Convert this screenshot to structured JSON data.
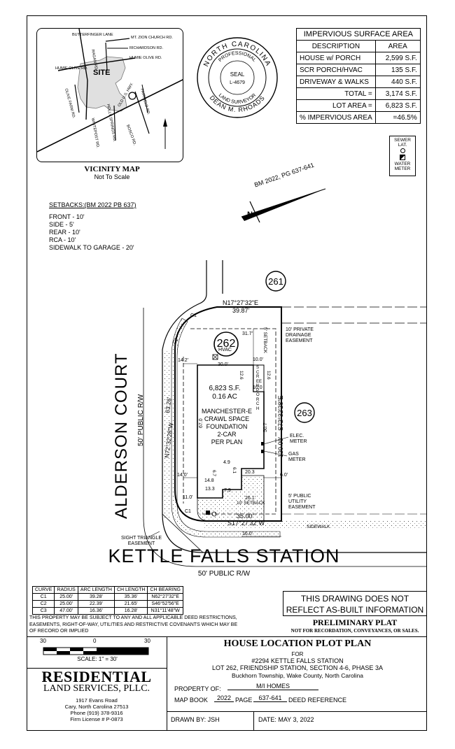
{
  "vicinity_map": {
    "title": "VICINITY MAP",
    "subtitle": "Not To Scale",
    "site_label": "SITE",
    "roads": [
      "BUTTERFINGER LANE",
      "MT. ZION CHURCH RD.",
      "RICHARDSON RD.",
      "HUMIE OLIVE RD.",
      "HUMIE OLIVE RD.",
      "RAGAN RD.",
      "OLIVE FARM RD.",
      "HOLLY SPRINGS RD.",
      "WHITEPOST RD.",
      "OLD U.S. HWY.",
      "FAIRFIELD RD.",
      "BOSCO RD."
    ]
  },
  "seal": {
    "outer_text": "NORTH CAROLINA",
    "professional": "PROFESSIONAL",
    "seal_word": "SEAL",
    "license": "L-4679",
    "land_surveyor": "LAND SURVEYOR",
    "name": "DEAN M. RHOADS"
  },
  "impervious": {
    "title": "IMPERVIOUS SURFACE AREA",
    "headers": [
      "DESCRIPTION",
      "AREA"
    ],
    "rows": [
      [
        "HOUSE w/ PORCH",
        "2,599 S.F."
      ],
      [
        "SCR PORCH/HVAC",
        "135 S.F."
      ],
      [
        "DRIVEWAY & WALKS",
        "440 S.F."
      ],
      [
        "TOTAL =",
        "3,174 S.F."
      ],
      [
        "LOT AREA =",
        "6,823 S.F."
      ],
      [
        "% IMPERVIOUS AREA",
        "=46.5%"
      ]
    ]
  },
  "legend": {
    "sewer": "SEWER LAT.",
    "water": "WATER METER"
  },
  "bm_ref": "BM 2022, PG 637-641",
  "setbacks": {
    "title": "SETBACKS:(BM 2022 PB 637)",
    "items": [
      "FRONT - 10'",
      "SIDE - 5'",
      "REAR - 10'",
      "RCA - 10'",
      "SIDEWALK TO GARAGE - 20'"
    ]
  },
  "plan": {
    "lot_261": "261",
    "lot_262": "262",
    "lot_263": "263",
    "street_name": "ALDERSON COURT",
    "street_row": "50' PUBLIC R/W",
    "main_street": "KETTLE FALLS STATION",
    "main_row": "50' PUBLIC R/W",
    "top_bearing": "N17°27'32\"E",
    "top_dist": "39.87'",
    "right_bearing": "S72°32'28\"E",
    "right_dist": "120.00'",
    "left_bearing": "N72°32'28\"W",
    "left_dist": "63.26'",
    "bottom_bearing": "S17°27'32\"W",
    "bottom_dist": "35.00'",
    "area_sf": "6,823 S.F.",
    "area_ac": "0.16 AC",
    "house_desc": [
      "MANCHESTER-E",
      "CRAWL SPACE",
      "FOUNDATION",
      "2-CAR",
      "PER PLAN"
    ],
    "hvac": "HVAC",
    "screen_porch": "SCREEN PORCH",
    "private_easement": "10' PRIVATE DRAINAGE EASEMENT",
    "side_setback": "5' SETBACK",
    "front_setback": "10' SETBACK",
    "utility_easement": "5' PUBLIC UTILITY EASEMENT",
    "sidewalk": "SIDEWALK",
    "sight_triangle": "SIGHT TRIANGLE EASEMENT",
    "elec_meter": "ELEC. METER",
    "gas_meter": "GAS METER",
    "c1": "C1",
    "c2": "C2",
    "dims": {
      "d317": "31.7'",
      "d142": "14.2'",
      "d300": "30.0'",
      "d100a": "10.0'",
      "d126a": "12.6",
      "d126b": "12.6",
      "d100b": "10.0",
      "d670": "67.0",
      "d507": "50.7",
      "d60": "6.0'",
      "d49": "4.9",
      "d203": "20.3",
      "d148": "14.8",
      "d140": "14.0'",
      "d133": "13.3",
      "d110": "11.0'",
      "d79": "7.9",
      "d261": "26.1'",
      "d160": "16.0'",
      "d67": "6.7",
      "d61": "6.1"
    }
  },
  "curve_table": {
    "headers": [
      "CURVE",
      "RADIUS",
      "ARC LENGTH",
      "CH LENGTH",
      "CH BEARING"
    ],
    "rows": [
      [
        "C1",
        "25.00'",
        "39.28'",
        "35.36'",
        "N62°27'32\"E"
      ],
      [
        "C2",
        "25.00'",
        "22.39'",
        "21.65'",
        "S46°52'56\"E"
      ],
      [
        "C3",
        "47.00'",
        "16.36'",
        "16.28'",
        "N31°11'48\"W"
      ]
    ]
  },
  "disclaimer": "THIS PROPERTY MAY BE SUBJECT TO ANY AND ALL APPLICABLE DEED RESTRICTIONS, EASEMENTS, RIGHT-OF-WAY, UTILITIES AND RESTRICTIVE COVENANTS WHICH MAY BE OF RECORD OR IMPLIED",
  "not_asbuilt": [
    "THIS DRAWING DOES NOT",
    "REFLECT AS-BUILT INFORMATION"
  ],
  "prelim": {
    "title": "PRELIMINARY PLAT",
    "sub": "NOT FOR RECORDATION, CONVEYANCES, OR SALES."
  },
  "scale": {
    "ticks": [
      "30",
      "0",
      "30"
    ],
    "label": "SCALE: 1\" = 30'"
  },
  "company": {
    "name1": "RESIDENTIAL",
    "name2": "LAND SERVICES, PLLC.",
    "address1": "1917 Evans Road",
    "address2": "Cary, North Carolina 27513",
    "phone": "Phone (919) 378-9316",
    "license": "Firm License # P-0873"
  },
  "titleblock": {
    "title": "HOUSE LOCATION PLOT PLAN",
    "for": "FOR",
    "address": "#2294 KETTLE FALLS STATION",
    "lot": "LOT 262, FRIENDSHIP STATION, SECTION 4-6, PHASE 3A",
    "township": "Buckhorn Township, Wake County, North Carolina",
    "property_of_label": "PROPERTY OF:",
    "property_of_value": "M/I HOMES",
    "map_book_label": "MAP BOOK",
    "map_book_value": "2022",
    "page_label": "PAGE",
    "page_value": "637-641",
    "deed_ref_label": "DEED REFERENCE",
    "drawn_by": "DRAWN BY: JSH",
    "date": "DATE: MAY 3, 2022"
  }
}
